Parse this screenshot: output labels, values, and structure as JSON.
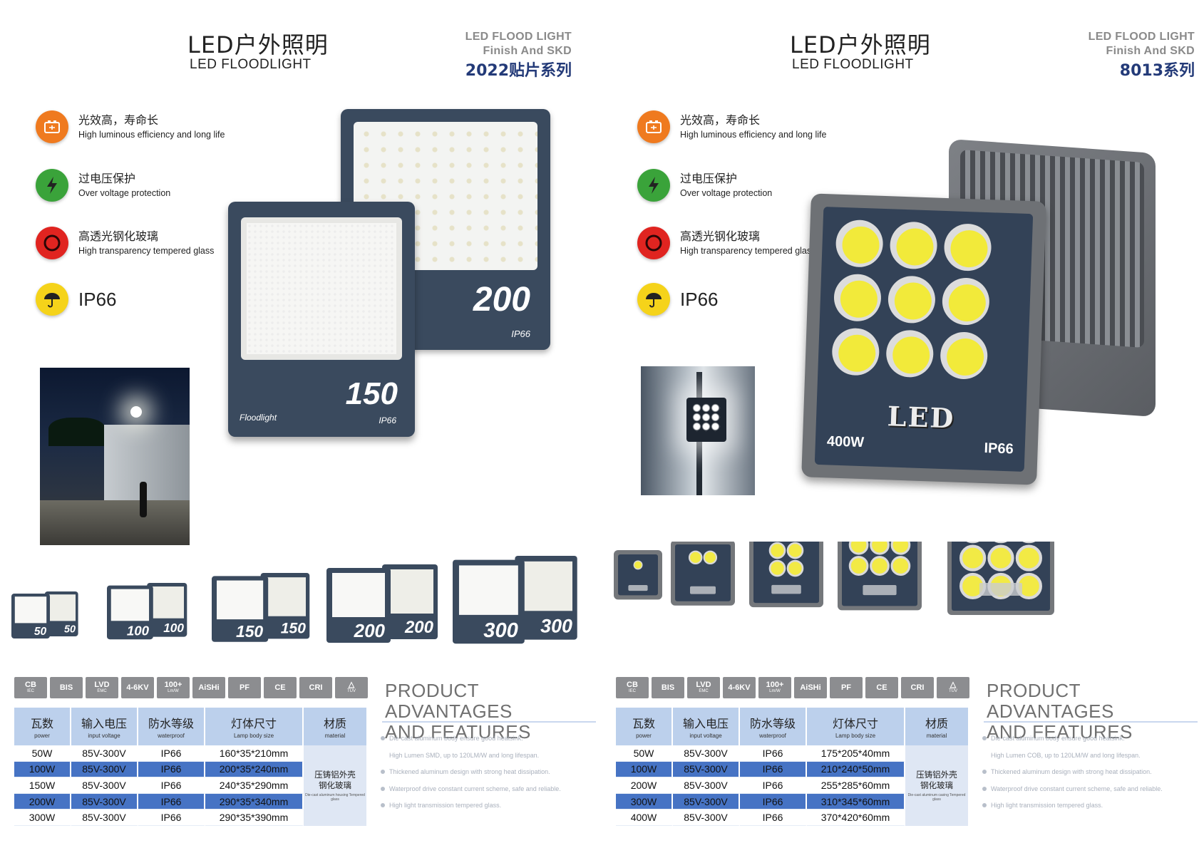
{
  "pages": [
    {
      "title_cn": "LED户外照明",
      "title_en": "LED FLOODLIGHT",
      "series_line1": "LED FLOOD LIGHT",
      "series_line2": "Finish And SKD",
      "series_name": "2022贴片系列",
      "features": [
        {
          "cn": "光效高，寿命长",
          "en": "High luminous efficiency and long life",
          "icon": "battery-icon",
          "color": "#ef7a1f"
        },
        {
          "cn": "过电压保护",
          "en": "Over voltage protection",
          "icon": "lightning-icon",
          "color": "#3aa33a"
        },
        {
          "cn": "高透光钢化玻璃",
          "en": "High transparency tempered glass",
          "icon": "ring-icon",
          "color": "#e02420"
        },
        {
          "cn": "IP66",
          "en": "",
          "icon": "umbrella-icon",
          "color": "#f5d31a"
        }
      ],
      "product_labels": {
        "big_front": "150",
        "big_front_ip": "IP66",
        "big_front_brand": "Floodlight",
        "big_back": "200",
        "big_back_ip": "IP66"
      },
      "thumbnails": [
        "50",
        "100",
        "150",
        "200",
        "300"
      ],
      "certs": [
        {
          "main": "CB",
          "sub": "IEC"
        },
        {
          "main": "BIS",
          "sub": ""
        },
        {
          "main": "LVD",
          "sub": "EMC"
        },
        {
          "main": "4-6KV",
          "sub": ""
        },
        {
          "main": "100+",
          "sub": "Lm/W"
        },
        {
          "main": "AiSHi",
          "sub": ""
        },
        {
          "main": "PF",
          "sub": ""
        },
        {
          "main": "CE",
          "sub": ""
        },
        {
          "main": "CRI",
          "sub": ""
        },
        {
          "main": "△",
          "sub": "TÜV"
        }
      ],
      "table": {
        "headers": [
          {
            "cn": "瓦数",
            "en": "power"
          },
          {
            "cn": "输入电压",
            "en": "input voltage"
          },
          {
            "cn": "防水等级",
            "en": "waterproof"
          },
          {
            "cn": "灯体尺寸",
            "en": "Lamp body size"
          },
          {
            "cn": "材质",
            "en": "material"
          }
        ],
        "rows": [
          [
            "50W",
            "85V-300V",
            "IP66",
            "160*35*210mm"
          ],
          [
            "100W",
            "85V-300V",
            "IP66",
            "200*35*240mm"
          ],
          [
            "150W",
            "85V-300V",
            "IP66",
            "240*35*290mm"
          ],
          [
            "200W",
            "85V-300V",
            "IP66",
            "290*35*340mm"
          ],
          [
            "300W",
            "85V-300V",
            "IP66",
            "290*35*390mm"
          ]
        ],
        "material_cn_1": "压铸铝外壳",
        "material_cn_2": "钢化玻璃",
        "material_en": "Die-cast aluminum housing Tempered glass"
      },
      "adv_title_1": "PRODUCT ADVANTAGES",
      "adv_title_2": "AND FEATURES",
      "adv_items": [
        "Die-cast aluminum body ensure good heatsink.",
        "High Lumen SMD, up to 120LM/W and long lifespan.",
        "Thickened aluminum design with strong heat dissipation.",
        "Waterproof drive constant current scheme, safe and reliable.",
        "High light transmission tempered glass."
      ]
    },
    {
      "title_cn": "LED户外照明",
      "title_en": "LED FLOODLIGHT",
      "series_line1": "LED FLOOD LIGHT",
      "series_line2": "Finish And SKD",
      "series_name": "8013系列",
      "features": [
        {
          "cn": "光效高，寿命长",
          "en": "High luminous efficiency and long life",
          "icon": "battery-icon",
          "color": "#ef7a1f"
        },
        {
          "cn": "过电压保护",
          "en": "Over voltage protection",
          "icon": "lightning-icon",
          "color": "#3aa33a"
        },
        {
          "cn": "高透光钢化玻璃",
          "en": "High transparency tempered glass",
          "icon": "ring-icon",
          "color": "#e02420"
        },
        {
          "cn": "IP66",
          "en": "",
          "icon": "umbrella-icon",
          "color": "#f5d31a"
        }
      ],
      "product_labels": {
        "led": "LED",
        "watt": "400W",
        "ip": "IP66"
      },
      "certs": [
        {
          "main": "CB",
          "sub": "IEC"
        },
        {
          "main": "BIS",
          "sub": ""
        },
        {
          "main": "LVD",
          "sub": "EMC"
        },
        {
          "main": "4-6KV",
          "sub": ""
        },
        {
          "main": "100+",
          "sub": "Lm/W"
        },
        {
          "main": "AiSHi",
          "sub": ""
        },
        {
          "main": "PF",
          "sub": ""
        },
        {
          "main": "CE",
          "sub": ""
        },
        {
          "main": "CRI",
          "sub": ""
        },
        {
          "main": "△",
          "sub": "TÜV"
        }
      ],
      "table": {
        "headers": [
          {
            "cn": "瓦数",
            "en": "power"
          },
          {
            "cn": "输入电压",
            "en": "input voltage"
          },
          {
            "cn": "防水等级",
            "en": "waterproof"
          },
          {
            "cn": "灯体尺寸",
            "en": "Lamp body size"
          },
          {
            "cn": "材质",
            "en": "material"
          }
        ],
        "rows": [
          [
            "50W",
            "85V-300V",
            "IP66",
            "175*205*40mm"
          ],
          [
            "100W",
            "85V-300V",
            "IP66",
            "210*240*50mm"
          ],
          [
            "200W",
            "85V-300V",
            "IP66",
            "255*285*60mm"
          ],
          [
            "300W",
            "85V-300V",
            "IP66",
            "310*345*60mm"
          ],
          [
            "400W",
            "85V-300V",
            "IP66",
            "370*420*60mm"
          ]
        ],
        "material_cn_1": "压铸铝外壳",
        "material_cn_2": "钢化玻璃",
        "material_en": "Die-cast aluminum casing Tempered glass"
      },
      "adv_title_1": "PRODUCT ADVANTAGES",
      "adv_title_2": "AND FEATURES",
      "adv_items": [
        "Die-cast aluminum body ensure good heatsink.",
        "High Lumen COB, up to 120LM/W and long lifespan.",
        "Thickened aluminum design with strong heat dissipation.",
        "Waterproof drive constant current scheme, safe and reliable.",
        "High light transmission tempered glass."
      ]
    }
  ]
}
